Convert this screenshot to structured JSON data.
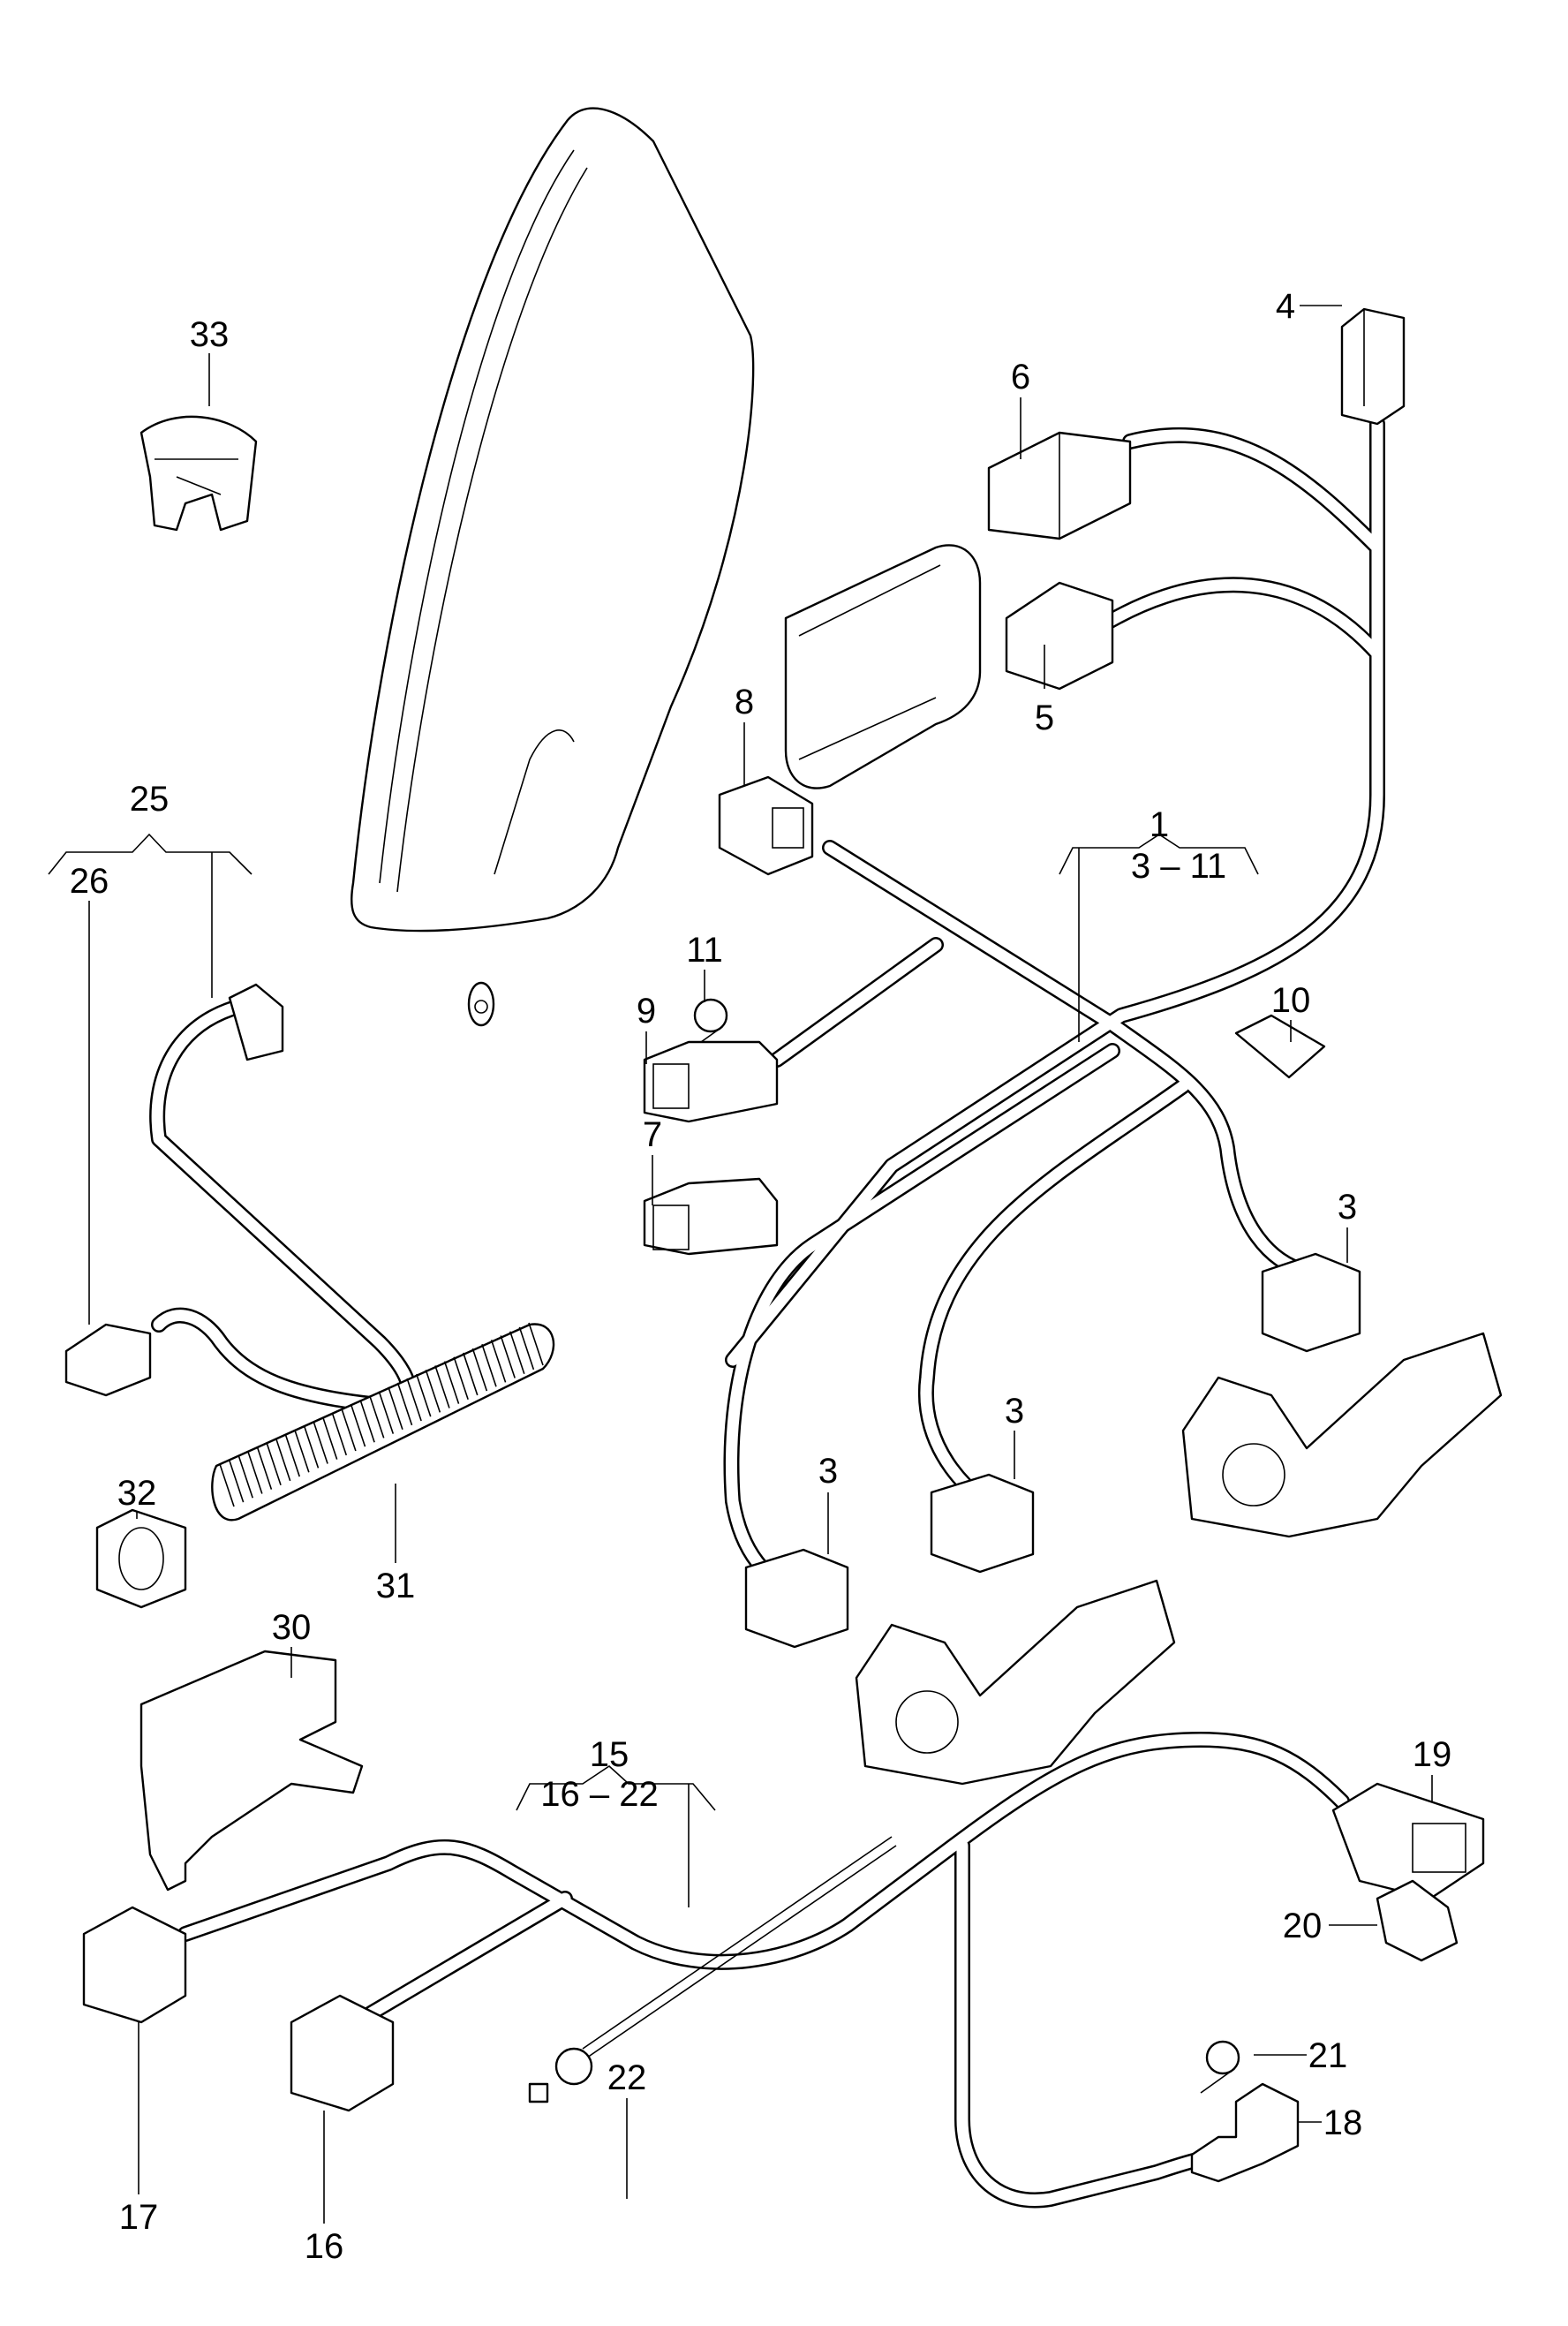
{
  "diagram": {
    "type": "exploded parts diagram",
    "subject": "seat wiring harness and components",
    "callouts": [
      {
        "id": "c1",
        "label": "1",
        "range": "3 – 11"
      },
      {
        "id": "c3a",
        "label": "3"
      },
      {
        "id": "c3b",
        "label": "3"
      },
      {
        "id": "c3c",
        "label": "3"
      },
      {
        "id": "c4",
        "label": "4"
      },
      {
        "id": "c5",
        "label": "5"
      },
      {
        "id": "c6",
        "label": "6"
      },
      {
        "id": "c7",
        "label": "7"
      },
      {
        "id": "c8",
        "label": "8"
      },
      {
        "id": "c9",
        "label": "9"
      },
      {
        "id": "c10",
        "label": "10"
      },
      {
        "id": "c11",
        "label": "11"
      },
      {
        "id": "c15",
        "label": "15",
        "range": "16 – 22"
      },
      {
        "id": "c16",
        "label": "16"
      },
      {
        "id": "c17",
        "label": "17"
      },
      {
        "id": "c18",
        "label": "18"
      },
      {
        "id": "c19",
        "label": "19"
      },
      {
        "id": "c20",
        "label": "20"
      },
      {
        "id": "c21",
        "label": "21"
      },
      {
        "id": "c22",
        "label": "22"
      },
      {
        "id": "c25",
        "label": "25"
      },
      {
        "id": "c26",
        "label": "26"
      },
      {
        "id": "c30",
        "label": "30"
      },
      {
        "id": "c31",
        "label": "31"
      },
      {
        "id": "c32",
        "label": "32"
      },
      {
        "id": "c33",
        "label": "33"
      }
    ],
    "labels": {
      "l1": "1",
      "l1range": "3 – 11",
      "l3a": "3",
      "l3b": "3",
      "l3c": "3",
      "l4": "4",
      "l5": "5",
      "l6": "6",
      "l7": "7",
      "l8": "8",
      "l9": "9",
      "l10": "10",
      "l11": "11",
      "l15": "15",
      "l15range": "16 – 22",
      "l16": "16",
      "l17": "17",
      "l18": "18",
      "l19": "19",
      "l20": "20",
      "l21": "21",
      "l22": "22",
      "l25": "25",
      "l26": "26",
      "l30": "30",
      "l31": "31",
      "l32": "32",
      "l33": "33"
    }
  }
}
